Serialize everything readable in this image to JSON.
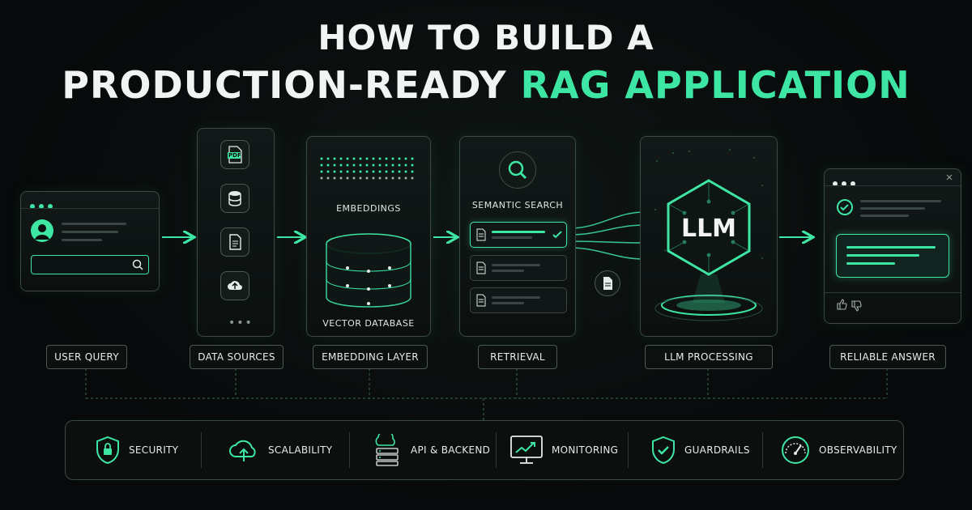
{
  "title": {
    "line1": "HOW TO BUILD A",
    "line2_prefix": "PRODUCTION-READY",
    "line2_accent": "RAG APPLICATION"
  },
  "colors": {
    "accent": "#3ee6a4",
    "background": "#07090a",
    "border": "#3a4a45"
  },
  "pipeline": {
    "stages": [
      {
        "label": "USER QUERY"
      },
      {
        "label": "DATA SOURCES"
      },
      {
        "label": "EMBEDDING LAYER"
      },
      {
        "label": "RETRIEVAL"
      },
      {
        "label": "LLM PROCESSING"
      },
      {
        "label": "RELIABLE ANSWER"
      }
    ],
    "data_sources": {
      "pdf_text": "PDF"
    },
    "embedding": {
      "top_label": "EMBEDDINGS",
      "bottom_label": "VECTOR DATABASE"
    },
    "retrieval": {
      "heading": "SEMANTIC SEARCH"
    },
    "llm": {
      "text": "LLM"
    }
  },
  "features": [
    {
      "label": "SECURITY",
      "icon": "shield-lock-icon"
    },
    {
      "label": "SCALABILITY",
      "icon": "cloud-upload-icon"
    },
    {
      "label": "API & BACKEND",
      "icon": "server-cloud-icon"
    },
    {
      "label": "MONITORING",
      "icon": "monitor-chart-icon"
    },
    {
      "label": "GUARDRAILS",
      "icon": "shield-check-icon"
    },
    {
      "label": "OBSERVABILITY",
      "icon": "gauge-icon"
    }
  ]
}
